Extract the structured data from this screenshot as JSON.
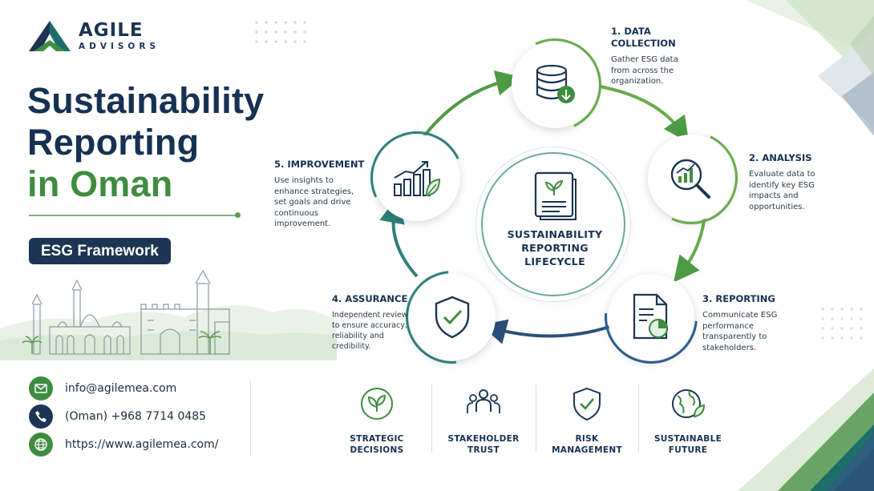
{
  "logo": {
    "name": "AGILE",
    "sub": "ADVISORS"
  },
  "title": {
    "line1": "Sustainability",
    "line2": "Reporting",
    "line3": "in Oman"
  },
  "badge": "ESG Framework",
  "cycle": {
    "center": [
      "SUSTAINABILITY",
      "REPORTING",
      "LIFECYCLE"
    ],
    "steps": [
      {
        "title": [
          "1. DATA",
          "COLLECTION"
        ],
        "desc": [
          "Gather ESG data",
          "from across the",
          "organization."
        ],
        "icon": "database-icon"
      },
      {
        "title": [
          "2. ANALYSIS"
        ],
        "desc": [
          "Evaluate data to",
          "identify key ESG",
          "impacts and",
          "opportunities."
        ],
        "icon": "magnifier-chart-icon"
      },
      {
        "title": [
          "3. REPORTING"
        ],
        "desc": [
          "Communicate ESG",
          "performance",
          "transparently to",
          "stakeholders."
        ],
        "icon": "report-document-icon"
      },
      {
        "title": [
          "4. ASSURANCE"
        ],
        "desc": [
          "Independent review",
          "to ensure accuracy,",
          "reliability and",
          "credibility."
        ],
        "icon": "shield-check-icon"
      },
      {
        "title": [
          "5. IMPROVEMENT"
        ],
        "desc": [
          "Use insights to",
          "enhance strategies,",
          "set goals and drive",
          "continuous",
          "improvement."
        ],
        "icon": "growth-chart-icon"
      }
    ]
  },
  "contact": {
    "email": "info@agilemea.com",
    "phone": "(Oman) +968 7714 0485",
    "web": "https://www.agilemea.com/"
  },
  "benefits": [
    {
      "label": [
        "STRATEGIC",
        "DECISIONS"
      ],
      "icon": "leaf-icon"
    },
    {
      "label": [
        "STAKEHOLDER",
        "TRUST"
      ],
      "icon": "people-icon"
    },
    {
      "label": [
        "RISK",
        "MANAGEMENT"
      ],
      "icon": "shield-check-icon"
    },
    {
      "label": [
        "SUSTAINABLE",
        "FUTURE"
      ],
      "icon": "globe-leaf-icon"
    }
  ],
  "colors": {
    "navy": "#173152",
    "green": "#3f8c40",
    "teal": "#3c8f8a",
    "blue": "#2d5d8e"
  }
}
